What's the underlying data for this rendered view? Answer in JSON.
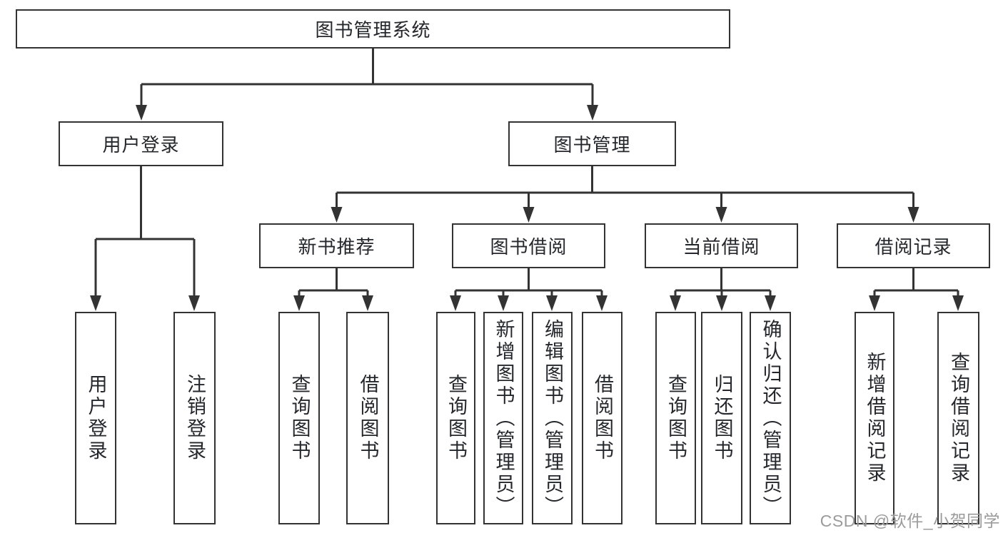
{
  "colors": {
    "background": "#ffffff",
    "line": "#333333",
    "box_border": "#333333",
    "text": "#24272b",
    "watermark": "#9b9b9b"
  },
  "diagram": {
    "root": {
      "label": "图书管理系统"
    },
    "children": [
      {
        "label": "用户登录",
        "children": [
          {
            "label": "用户登录"
          },
          {
            "label": "注销登录"
          }
        ]
      },
      {
        "label": "图书管理",
        "children": [
          {
            "label": "新书推荐",
            "children": [
              {
                "label": "查询图书"
              },
              {
                "label": "借阅图书"
              }
            ]
          },
          {
            "label": "图书借阅",
            "children": [
              {
                "label": "查询图书"
              },
              {
                "label": "新增图书（管理员）"
              },
              {
                "label": "编辑图书（管理员）"
              },
              {
                "label": "借阅图书"
              }
            ]
          },
          {
            "label": "当前借阅",
            "children": [
              {
                "label": "查询图书"
              },
              {
                "label": "归还图书"
              },
              {
                "label": "确认归还（管理员）"
              }
            ]
          },
          {
            "label": "借阅记录",
            "children": [
              {
                "label": "新增借阅记录"
              },
              {
                "label": "查询借阅记录"
              }
            ]
          }
        ]
      }
    ]
  },
  "watermark": {
    "text": "CSDN @软件_小贺同学"
  }
}
